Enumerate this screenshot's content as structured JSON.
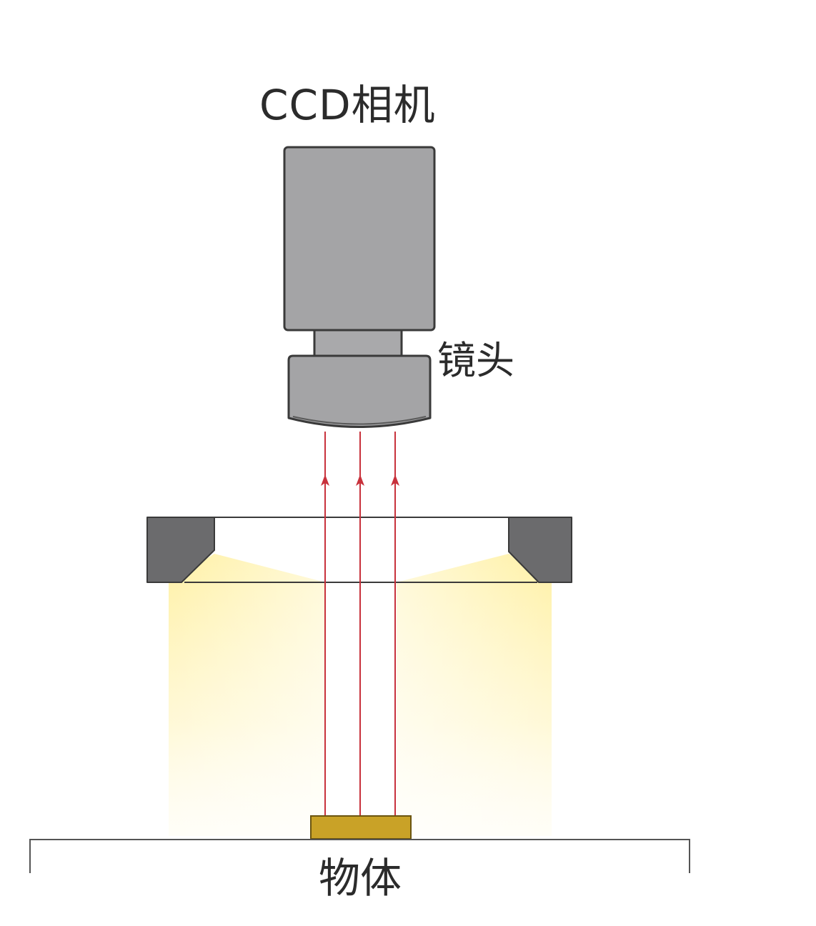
{
  "labels": {
    "camera": "CCD相机",
    "lens": "镜头",
    "object": "物体"
  },
  "colors": {
    "camera_body": "#a4a4a6",
    "camera_outline": "#3a3a3a",
    "light_housing": "#6b6b6d",
    "light_glow": "#fff3a6",
    "ray": "#c8323c",
    "object": "#c9a227",
    "baseline": "#555555"
  },
  "icons": {
    "light_rays": "up-arrow-icon"
  }
}
